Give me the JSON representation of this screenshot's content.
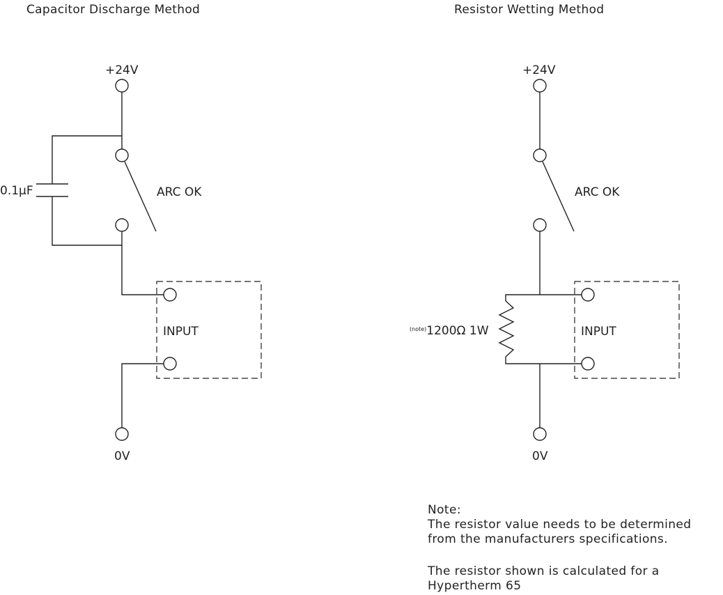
{
  "left_diagram": {
    "title": "Capacitor Discharge Method",
    "supply_label": "+24V",
    "ground_label": "0V",
    "switch_label": "ARC OK",
    "capacitor_label": "0.1μF",
    "input_label": "INPUT"
  },
  "right_diagram": {
    "title": "Resistor Wetting Method",
    "supply_label": "+24V",
    "ground_label": "0V",
    "switch_label": "ARC OK",
    "resistor_note_mark": "(note)",
    "resistor_label": "1200Ω 1W",
    "input_label": "INPUT"
  },
  "note": {
    "heading": "Note:",
    "line1": "The resistor value needs to be determined",
    "line2": "from the manufacturers specifications.",
    "line3": "The resistor shown is calculated for a",
    "line4": "Hypertherm 65"
  }
}
